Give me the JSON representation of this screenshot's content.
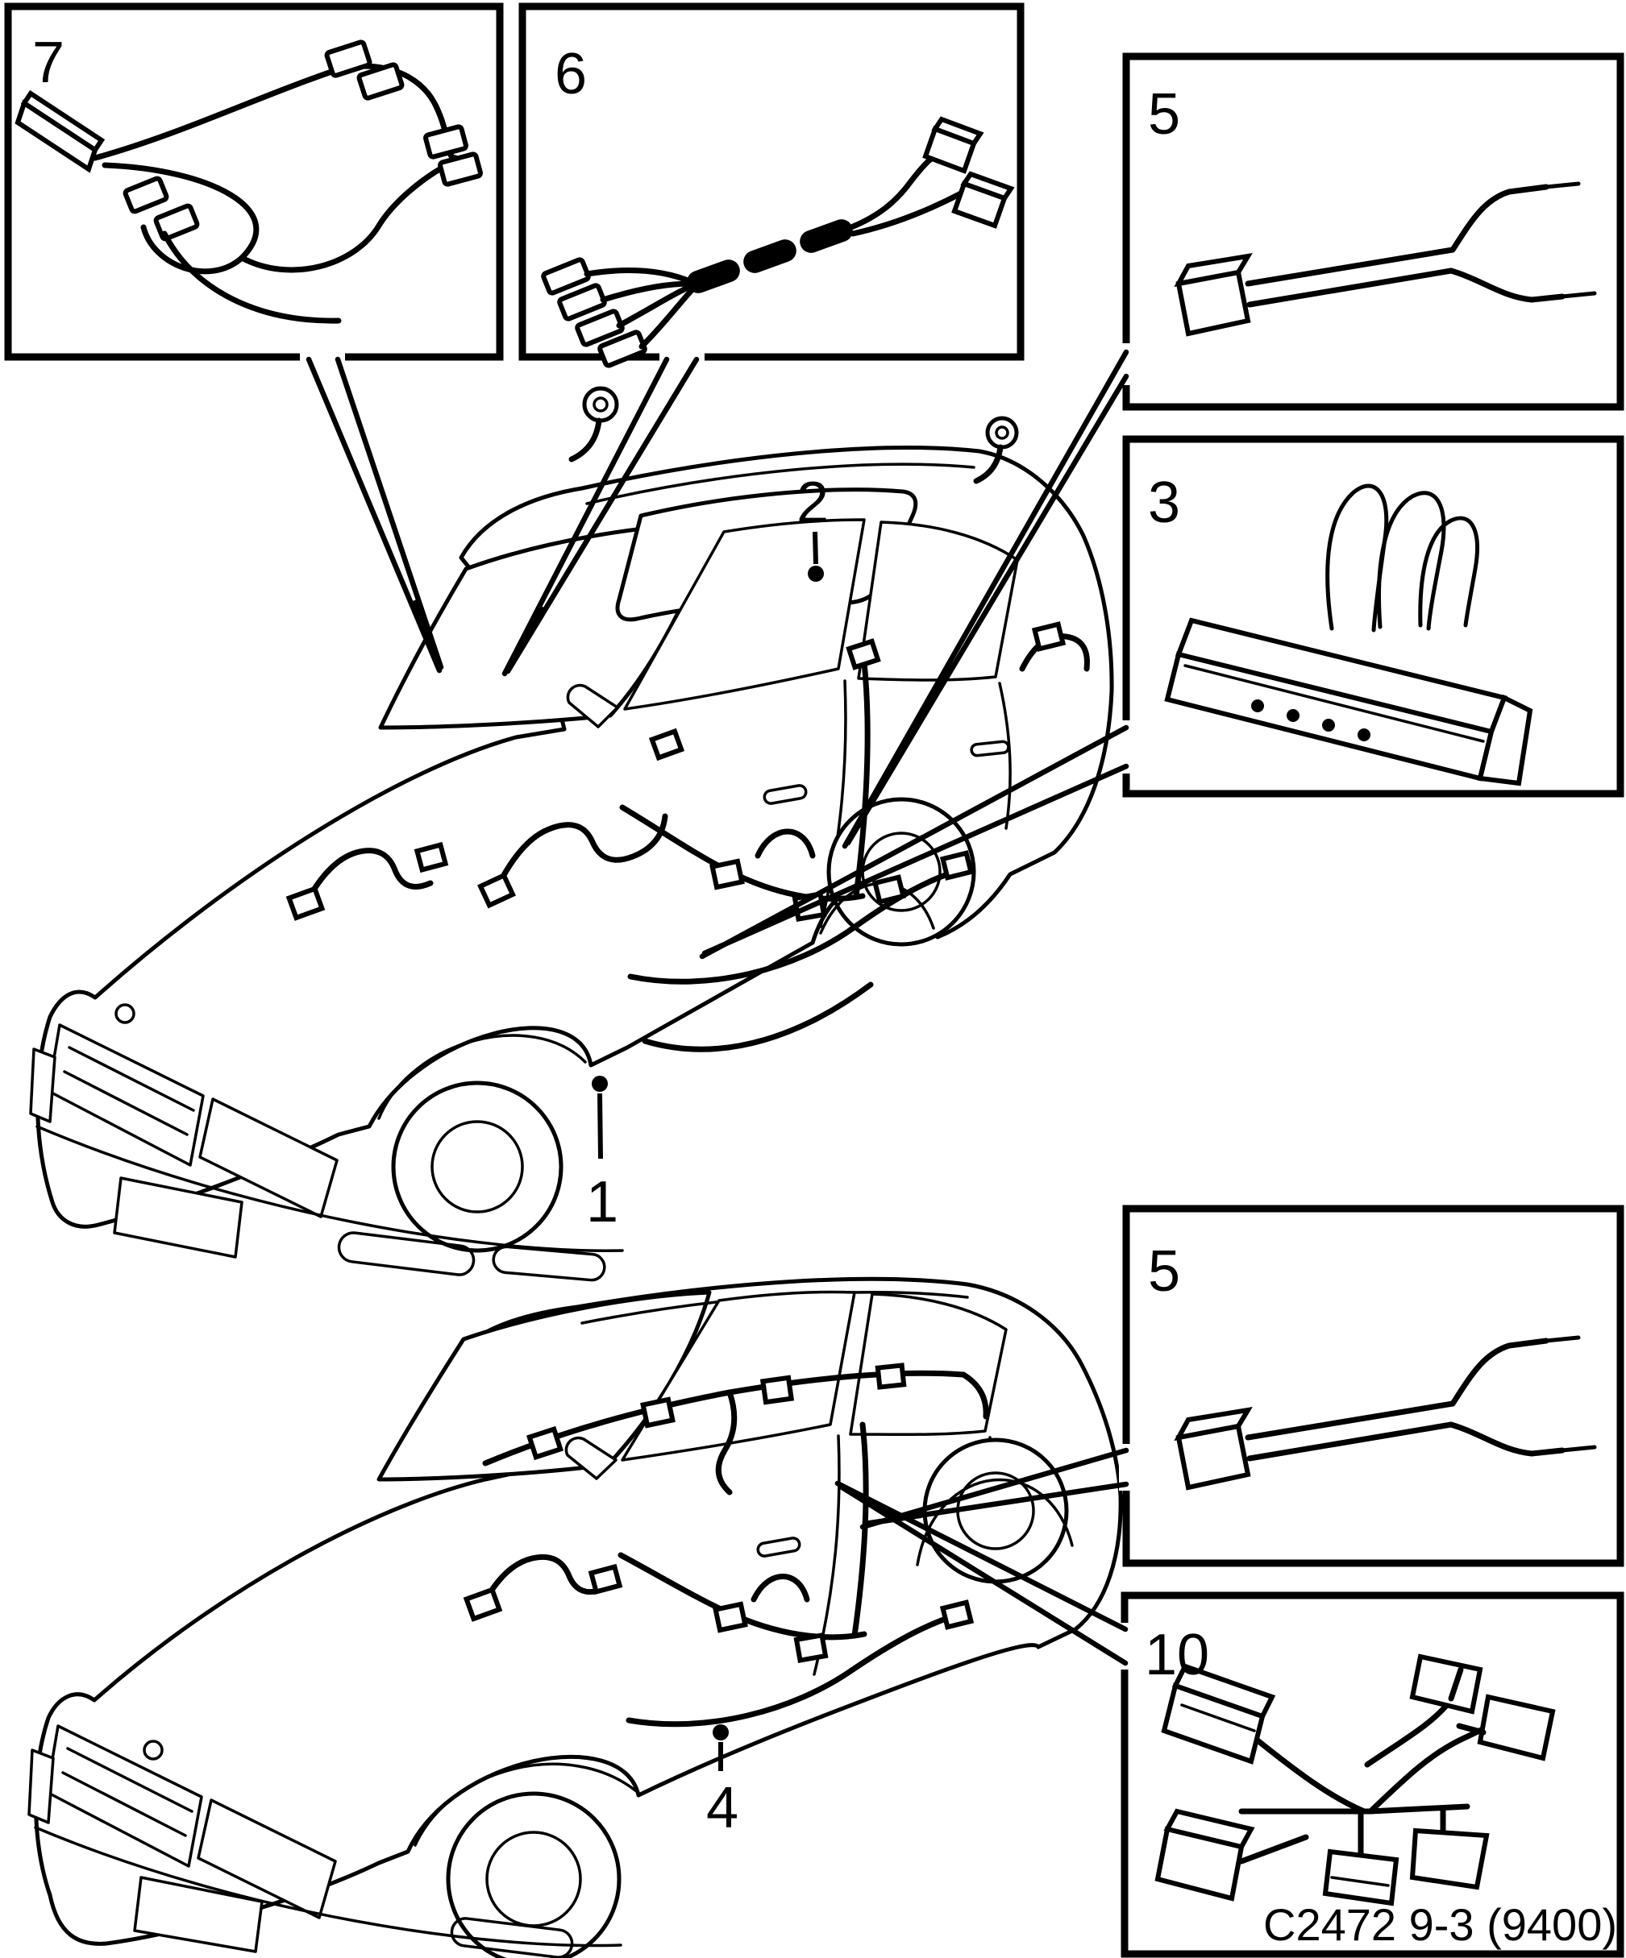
{
  "diagram": {
    "type": "parts-catalog-line-drawing",
    "caption": "C2472 9-3 (9400)",
    "colors": {
      "background": "#ffffff",
      "line": "#000000"
    },
    "callout_boxes": [
      {
        "id": "box-7",
        "label": "7",
        "position": "top-left",
        "content": "wiring-harness-with-strip-connector-and-spade-terminals"
      },
      {
        "id": "box-6",
        "label": "6",
        "position": "top-center",
        "content": "wiring-harness-taped-bundle-four-terminals-two-plugs"
      },
      {
        "id": "box-5a",
        "label": "5",
        "position": "right-upper",
        "content": "wiring-harness-cube-plug-with-forked-leads"
      },
      {
        "id": "box-3",
        "label": "3",
        "position": "right-middle",
        "content": "connector-block-with-looped-wires"
      },
      {
        "id": "box-5b",
        "label": "5",
        "position": "right-lower",
        "content": "wiring-harness-cube-plug-with-forked-leads"
      },
      {
        "id": "box-10",
        "label": "10",
        "position": "bottom-right",
        "content": "wiring-harness-with-multiple-box-connectors"
      }
    ],
    "car_labels": [
      {
        "id": "label-2",
        "label": "2",
        "target": "upper-car-roof-rail"
      },
      {
        "id": "label-1",
        "label": "1",
        "target": "upper-car-rocker-panel"
      },
      {
        "id": "label-4",
        "label": "4",
        "target": "lower-car-rocker-panel"
      }
    ],
    "cars": [
      {
        "id": "car-upper",
        "description": "saab-sedan-three-quarter-view-with-interior-wiring"
      },
      {
        "id": "car-lower",
        "description": "saab-sedan-three-quarter-view-with-roof-and-floor-wiring"
      }
    ]
  }
}
